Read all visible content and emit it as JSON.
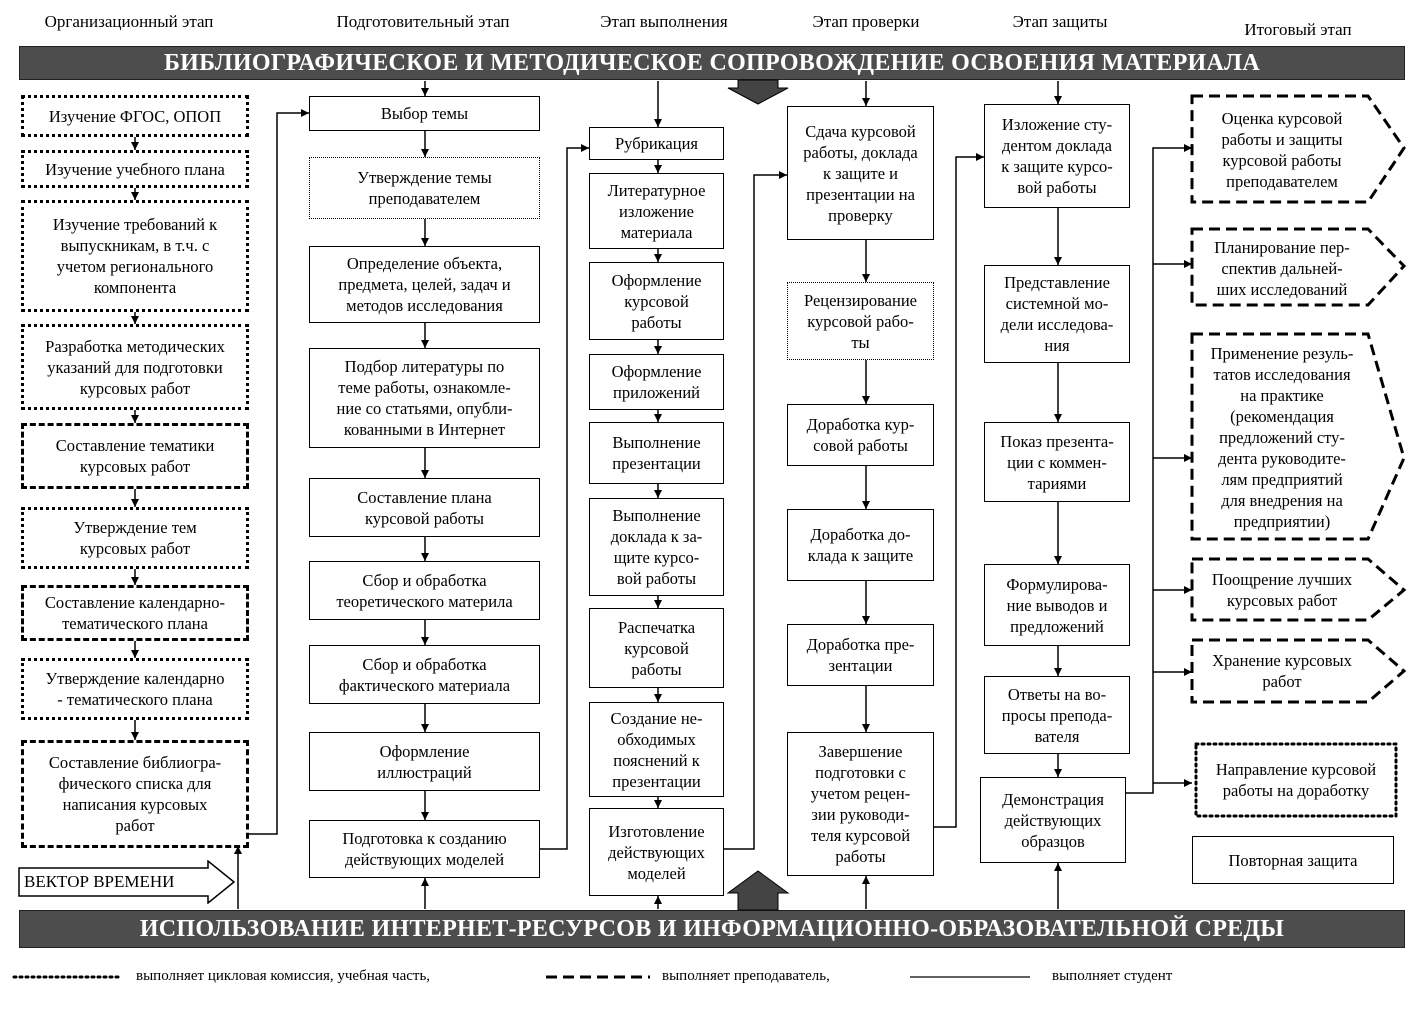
{
  "stages": [
    {
      "label": "Организационный этап"
    },
    {
      "label": "Подготовительный этап"
    },
    {
      "label": "Этап выполнения"
    },
    {
      "label": "Этап проверки"
    },
    {
      "label": "Этап защиты"
    },
    {
      "label": "Итоговый этап"
    }
  ],
  "banners": {
    "top": "БИБЛИОГРАФИЧЕСКОЕ И МЕТОДИЧЕСКОЕ СОПРОВОЖДЕНИЕ ОСВОЕНИЯ МАТЕРИАЛА",
    "bottom": "ИСПОЛЬЗОВАНИЕ ИНТЕРНЕТ-РЕСУРСОВ И ИНФОРМАЦИОННО-ОБРАЗОВАТЕЛЬНОЙ СРЕДЫ"
  },
  "vector_label": "ВЕКТОР ВРЕМЕНИ",
  "columns": {
    "organizational": [
      {
        "text": "Изучение ФГОС, ОПОП",
        "border": "dotted"
      },
      {
        "text": "Изучение учебного плана",
        "border": "dotted"
      },
      {
        "text": "Изучение требований к\nвыпускникам, в т.ч. с\nучетом регионального\nкомпонента",
        "border": "dotted"
      },
      {
        "text": "Разработка методических\nуказаний для подготовки\nкурсовых работ",
        "border": "dotted"
      },
      {
        "text": "Составление тематики\nкурсовых работ",
        "border": "dashed"
      },
      {
        "text": "Утверждение тем\nкурсовых работ",
        "border": "dotted"
      },
      {
        "text": "Составление календарно-\nтематического плана",
        "border": "dashed"
      },
      {
        "text": "Утверждение календарно\n- тематического плана",
        "border": "dotted"
      },
      {
        "text": "Составление библиогра-\nфического списка для\nнаписания курсовых\nработ",
        "border": "dashed"
      }
    ],
    "preparatory": [
      {
        "text": "Выбор темы",
        "border": "solid"
      },
      {
        "text": "Утверждение темы\nпреподавателем",
        "border": "finedot"
      },
      {
        "text": "Определение объекта,\nпредмета, целей, задач и\nметодов исследования",
        "border": "solid"
      },
      {
        "text": "Подбор литературы по\nтеме работы, ознакомле-\nние со статьями, опубли-\nкованными в Интернет",
        "border": "solid"
      },
      {
        "text": "Составление плана\nкурсовой работы",
        "border": "solid"
      },
      {
        "text": "Сбор и обработка\nтеоретического материла",
        "border": "solid"
      },
      {
        "text": "Сбор и обработка\nфактического материала",
        "border": "solid"
      },
      {
        "text": "Оформление\nиллюстраций",
        "border": "solid"
      },
      {
        "text": "Подготовка к созданию\nдействующих моделей",
        "border": "solid"
      }
    ],
    "execution": [
      {
        "text": "Рубрикация",
        "border": "solid"
      },
      {
        "text": "Литературное\nизложение\nматериала",
        "border": "solid"
      },
      {
        "text": "Оформление\nкурсовой\nработы",
        "border": "solid"
      },
      {
        "text": "Оформление\nприложений",
        "border": "solid"
      },
      {
        "text": "Выполнение\nпрезентации",
        "border": "solid"
      },
      {
        "text": "Выполнение\nдоклада к за-\nщите курсо-\nвой работы",
        "border": "solid"
      },
      {
        "text": "Распечатка\nкурсовой\nработы",
        "border": "solid"
      },
      {
        "text": "Создание не-\nобходимых\nпояснений к\nпрезентации",
        "border": "solid"
      },
      {
        "text": "Изготовление\nдействующих\nмоделей",
        "border": "solid"
      }
    ],
    "verification": [
      {
        "text": "Сдача курсовой\nработы, доклада\nк защите и\nпрезентации на\nпроверку",
        "border": "solid"
      },
      {
        "text": "Рецензирование\nкурсовой рабо-\nты",
        "border": "finedot"
      },
      {
        "text": "Доработка кур-\nсовой работы",
        "border": "solid"
      },
      {
        "text": "Доработка до-\nклада к защите",
        "border": "solid"
      },
      {
        "text": "Доработка пре-\nзентации",
        "border": "solid"
      },
      {
        "text": "Завершение\nподготовки с\nучетом рецен-\nзии руководи-\nтеля курсовой\nработы",
        "border": "solid"
      }
    ],
    "defense": [
      {
        "text": "Изложение сту-\nдентом доклада\nк защите курсо-\nвой работы",
        "border": "solid"
      },
      {
        "text": "Представление\nсистемной мо-\nдели исследова-\nния",
        "border": "solid"
      },
      {
        "text": "Показ презента-\nции с коммен-\nтариями",
        "border": "solid"
      },
      {
        "text": "Формулирова-\nние выводов и\nпредложений",
        "border": "solid"
      },
      {
        "text": "Ответы на во-\nпросы препода-\nвателя",
        "border": "solid"
      },
      {
        "text": "Демонстрация\nдействующих\nобразцов",
        "border": "solid"
      }
    ],
    "final": [
      {
        "text": "Оценка курсовой\nработы и защиты\nкурсовой работы\nпреподавателем",
        "border": "dashed"
      },
      {
        "text": "Планирование пер-\nспектив дальней-\nших исследований",
        "border": "dashed"
      },
      {
        "text": "Применение резуль-\nтатов исследования\nна практике\n(рекомендация\nпредложений сту-\nдента руководите-\nлям предприятий\nдля внедрения на\nпредприятии)",
        "border": "dashed"
      },
      {
        "text": "Поощрение лучших\nкурсовых работ",
        "border": "dashed"
      },
      {
        "text": "Хранение курсовых\nработ",
        "border": "dashed"
      },
      {
        "text": "Направление курсовой\nработы на доработку",
        "border": "dotted"
      },
      {
        "text": "Повторная защита",
        "border": "solid"
      }
    ]
  },
  "legend": [
    {
      "style": "dotted",
      "text": "выполняет цикловая комиссия, учебная часть,"
    },
    {
      "style": "dashed",
      "text": "выполняет преподаватель,"
    },
    {
      "style": "solid",
      "text": "выполняет студент"
    }
  ]
}
